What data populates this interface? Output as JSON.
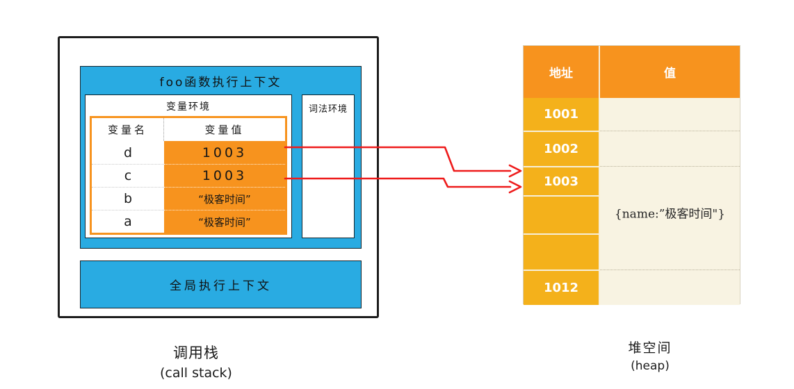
{
  "call_stack": {
    "caption": "调用栈",
    "caption_en": "(call stack)",
    "foo_context": {
      "title": "foo函数执行上下文",
      "variable_env": {
        "title": "变量环境",
        "table": {
          "headers": [
            "变量名",
            "变量值"
          ],
          "rows": [
            {
              "name": "d",
              "value": "1003"
            },
            {
              "name": "c",
              "value": "1003"
            },
            {
              "name": "b",
              "value": "“极客时间”"
            },
            {
              "name": "a",
              "value": "“极客时间”"
            }
          ]
        }
      },
      "lexical_env": {
        "title": "词法环境"
      }
    },
    "global_context": {
      "title": "全局执行上下文"
    }
  },
  "heap": {
    "caption": "堆空间",
    "caption_en": "(heap)",
    "table": {
      "headers": [
        "地址",
        "值"
      ],
      "addresses": [
        "1001",
        "1002",
        "1003",
        "",
        "",
        "1012"
      ],
      "object_value": "{name:”极客时间\"}",
      "object_at_address": "1003"
    }
  },
  "arrows": [
    {
      "from": "variable d value 1003",
      "to": "heap address 1003"
    },
    {
      "from": "variable c value 1003",
      "to": "heap address 1003"
    }
  ],
  "colors": {
    "context_blue": "#29ABE2",
    "stack_orange": "#F7931E",
    "heap_header_orange": "#F7931E",
    "heap_address_amber": "#F4B11B",
    "heap_value_cream": "#F8F3E2",
    "arrow_red": "#EE1B1B"
  }
}
